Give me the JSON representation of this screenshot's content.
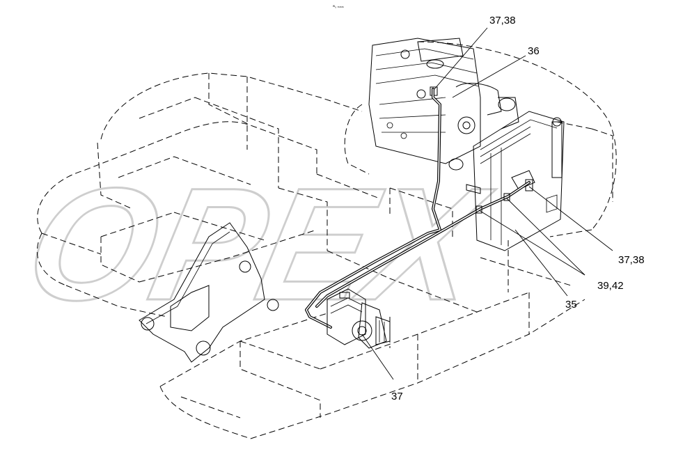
{
  "header": {
    "mark": "ᵂ₀ ₘₘₘ"
  },
  "watermark": {
    "text": "OPEX"
  },
  "callouts": [
    {
      "id": "c1",
      "label": "37,38"
    },
    {
      "id": "c2",
      "label": "36"
    },
    {
      "id": "c3",
      "label": "37,38"
    },
    {
      "id": "c4",
      "label": "39,42"
    },
    {
      "id": "c5",
      "label": "35"
    },
    {
      "id": "c6",
      "label": "37"
    }
  ]
}
